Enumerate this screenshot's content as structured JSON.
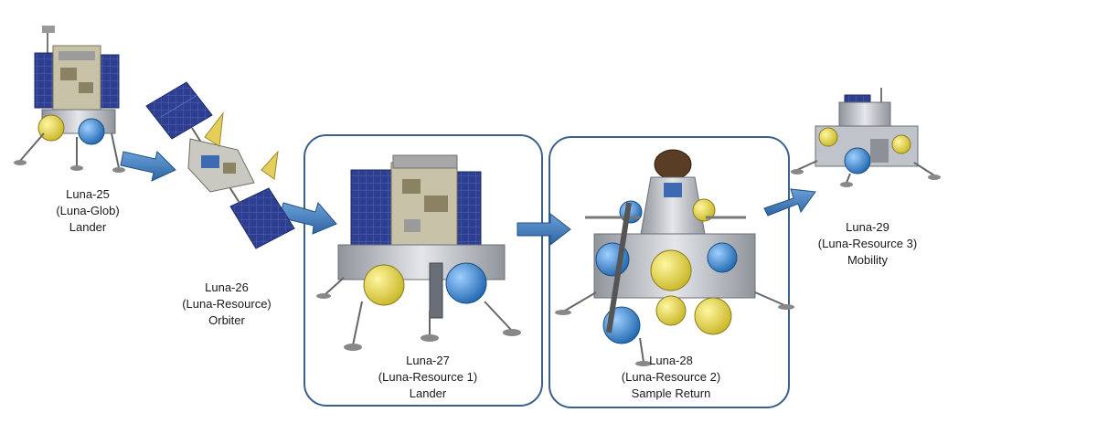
{
  "missions": [
    {
      "name": "Luna-25",
      "program": "(Luna-Glob)",
      "role": "Lander"
    },
    {
      "name": "Luna-26",
      "program": "(Luna-Resource)",
      "role": "Orbiter"
    },
    {
      "name": "Luna-27",
      "program": "(Luna-Resource 1)",
      "role": "Lander"
    },
    {
      "name": "Luna-28",
      "program": "(Luna-Resource 2)",
      "role": "Sample Return"
    },
    {
      "name": "Luna-29",
      "program": "(Luna-Resource 3)",
      "role": "Mobility"
    }
  ],
  "colors": {
    "arrow": "#3f78b8",
    "frame": "#3a5f8a",
    "solar_panel": "#2e3f8f",
    "tank_yellow": "#e7d84a",
    "tank_blue": "#3d8fd6",
    "structure": "#b9bcc2"
  }
}
